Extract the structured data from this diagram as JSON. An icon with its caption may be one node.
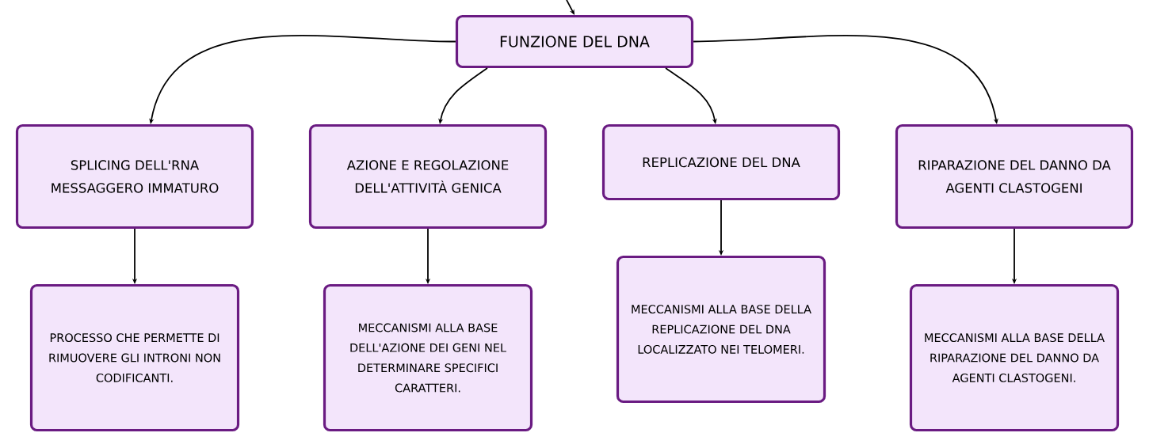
{
  "diagram": {
    "nodes": [
      {
        "text": [
          "FUNZIONE DEL DNA"
        ]
      },
      {
        "text": [
          "SPLICING DELL'RNA MESSAGGERO IMMATURO"
        ]
      },
      {
        "text": [
          "AZIONE E REGOLAZIONE DELL'ATTIVITÀ GENICA"
        ]
      },
      {
        "text": [
          "REPLICAZIONE DEL DNA"
        ]
      },
      {
        "text": [
          "RIPARAZIONE DEL DANNO DA AGENTI CLASTOGENI"
        ]
      },
      {
        "text": [
          "PROCESSO CHE PERMETTE DI RIMUOVERE GLI INTRONI NON CODIFICANTI."
        ]
      },
      {
        "text": [
          "MECCANISMI ALLA BASE DELL'AZIONE DEI GENI NEL DETERMINARE SPECIFICI CARATTERI."
        ]
      },
      {
        "text": [
          "MECCANISMI ALLA BASE DELLA REPLICAZIONE DEL DNA LOCALIZZATO NEI TELOMERI."
        ]
      },
      {
        "text": [
          "MECCANISMI ALLA BASE DELLA RIPARAZIONE DEL DANNO DA AGENTI CLASTOGENI."
        ]
      }
    ],
    "edges": [
      {
        "from": null,
        "to": 0,
        "arrow": "to"
      },
      {
        "from": 0,
        "to": 1,
        "arrow": "to"
      },
      {
        "from": 0,
        "to": 2,
        "arrow": "to"
      },
      {
        "from": 0,
        "to": 3,
        "arrow": "to"
      },
      {
        "from": 0,
        "to": 4,
        "arrow": "to"
      },
      {
        "from": 1,
        "to": 5,
        "arrow": "to"
      },
      {
        "from": 2,
        "to": 6,
        "arrow": "to"
      },
      {
        "from": 3,
        "to": 7,
        "arrow": "to"
      },
      {
        "from": 4,
        "to": 8,
        "arrow": "to"
      }
    ]
  }
}
